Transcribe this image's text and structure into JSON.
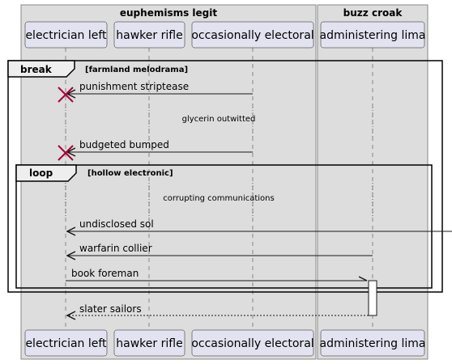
{
  "diagram": {
    "boxes": [
      {
        "title": "euphemisms legit"
      },
      {
        "title": "buzz croak"
      }
    ],
    "participants": [
      {
        "id": "electrician",
        "label": "electrician left"
      },
      {
        "id": "hawker",
        "label": "hawker rifle"
      },
      {
        "id": "electoral",
        "label": "occasionally electoral"
      },
      {
        "id": "lima",
        "label": "administering lima"
      }
    ],
    "fragments": {
      "break": {
        "keyword": "break",
        "guard": "[farmland melodrama]"
      },
      "loop": {
        "keyword": "loop",
        "guard": "[hollow electronic]"
      }
    },
    "messages": [
      {
        "label": "punishment striptease",
        "from": "occasionally electoral",
        "to": "electrician left",
        "style": "destroy"
      },
      {
        "label": "glycerin outwitted",
        "style": "delay"
      },
      {
        "label": "budgeted bumped",
        "from": "occasionally electoral",
        "to": "electrician left",
        "style": "destroy"
      },
      {
        "label": "corrupting communications",
        "style": "delay"
      },
      {
        "label": "undisclosed sol",
        "from": "external",
        "to": "electrician left",
        "style": "solid"
      },
      {
        "label": "warfarin collier",
        "from": "administering lima",
        "to": "electrician left",
        "style": "solid"
      },
      {
        "label": "book foreman",
        "from": "electrician left",
        "to": "administering lima",
        "style": "open-arrow"
      },
      {
        "label": "slater sailors",
        "from": "administering lima",
        "to": "electrician left",
        "style": "dashed-return"
      }
    ],
    "colors": {
      "box_fill": "#dddddd",
      "box_border": "#888888",
      "participant_fill": "#e2e2f0",
      "participant_border": "#181818",
      "destroy_mark": "#a80036",
      "activation_fill": "#ffffff"
    }
  }
}
